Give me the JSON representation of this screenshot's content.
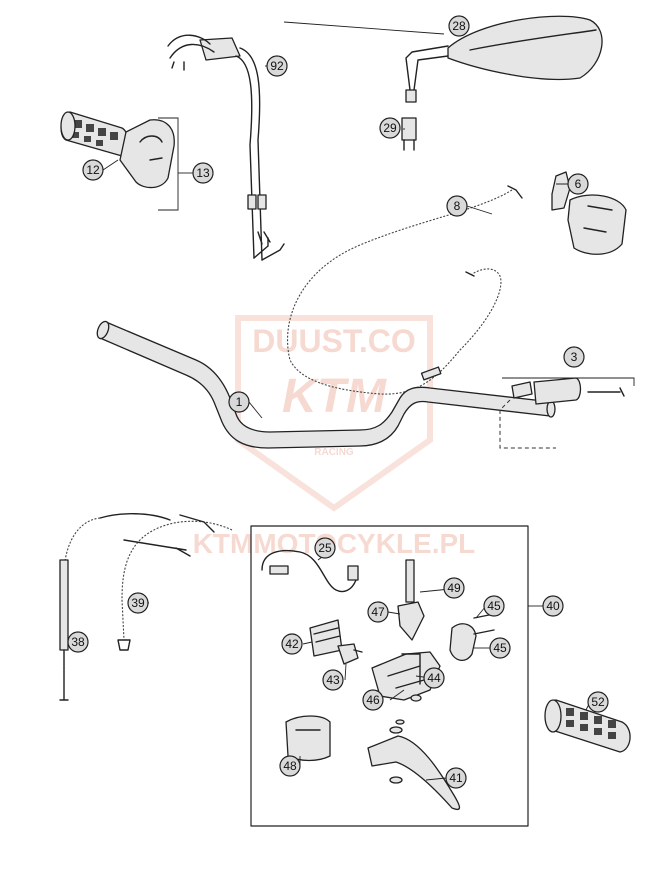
{
  "watermark": {
    "brand_text": "DUUST.CO",
    "logo_text": "KTM",
    "logo_subtext": "RACING",
    "site_text": "KTMMOTOCYKLE.PL",
    "color": "#e07a5a"
  },
  "callouts": {
    "c1": "1",
    "c3": "3",
    "c6": "6",
    "c8": "8",
    "c12": "12",
    "c13": "13",
    "c25": "25",
    "c28": "28",
    "c29": "29",
    "c38": "38",
    "c39": "39",
    "c40": "40",
    "c41": "41",
    "c42": "42",
    "c43": "43",
    "c44": "44",
    "c45a": "45",
    "c45b": "45",
    "c46": "46",
    "c47": "47",
    "c48": "48",
    "c49": "49",
    "c52": "52",
    "c92": "92"
  }
}
